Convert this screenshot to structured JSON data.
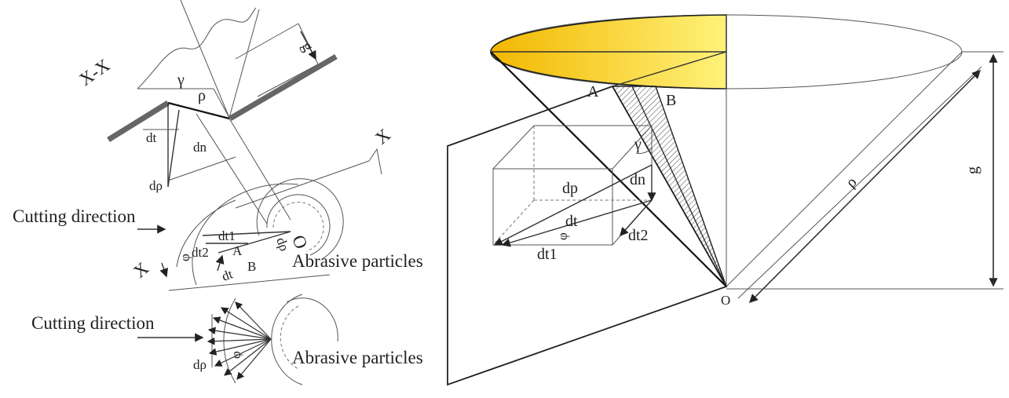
{
  "left_panel": {
    "section_label": "X-X",
    "axis_label_top": "X",
    "axis_label_bottom": "X",
    "g": "g",
    "gamma": "γ",
    "rho": "ρ",
    "dt_upper": "dt",
    "dn": "dn",
    "drho_upper": "dρ",
    "cutting_direction_1": "Cutting direction",
    "dt1": "dt1",
    "dt2": "dt2",
    "A": "A",
    "B": "B",
    "dt_lower": "dt",
    "phi_1": "φ",
    "O": "O",
    "drho_rotated": "dρ",
    "abrasive_particles_1": "Abrasive particles",
    "cutting_direction_2": "Cutting direction",
    "phi_2": "φ",
    "drho_lower": "dρ",
    "abrasive_particles_2": "Abrasive particles"
  },
  "right_panel": {
    "A": "A",
    "B": "B",
    "gamma": "γ",
    "dp": "dp",
    "dn": "dn",
    "dt": "dt",
    "phi": "φ",
    "dt1": "dt1",
    "dt2": "dt2",
    "rho": "ρ",
    "g": "g",
    "O": "O"
  },
  "colors": {
    "cone_fill_light": "#fff9a8",
    "cone_fill_dark": "#f2b800",
    "line": "#222222"
  }
}
